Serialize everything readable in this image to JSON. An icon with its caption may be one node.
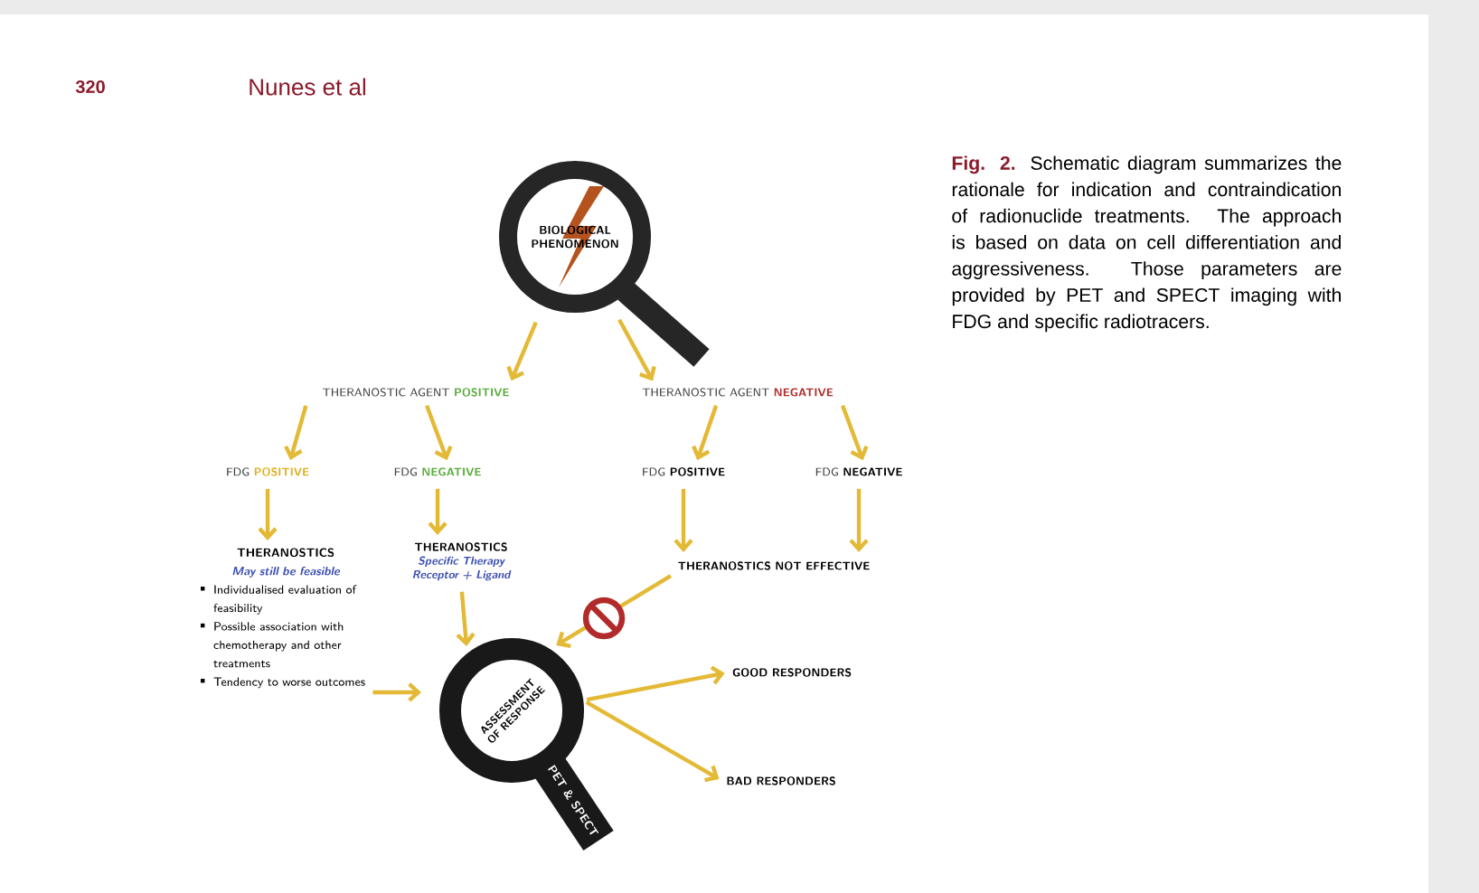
{
  "diagram": {
    "caption": "**Fig. 2.** Schematic diagram summarizes the rationale for indication and contraindication of radionuclide treatments. The approach is based on data on cell differentiation and aggressiveness. Those parameters are provided by PET and SPECT imaging with FDG and specific radiotracers.",
    "nodes": [
      {
        "text": [
          "BIOLOGICAL PHENOMENON"
        ]
      },
      {
        "text": [
          "THERANOSTIC AGENT",
          "POSITIVE"
        ]
      },
      {
        "text": [
          "THERANOSTIC AGENT",
          "NEGATIVE"
        ]
      },
      {
        "text": [
          "FDG",
          "POSITIVE"
        ]
      },
      {
        "text": [
          "FDG",
          "NEGATIVE"
        ]
      },
      {
        "text": [
          "FDG",
          "POSITIVE"
        ]
      },
      {
        "text": [
          "FDG",
          "NEGATIVE"
        ]
      },
      {
        "text": [
          "THERANOSTICS",
          "May still be feasible",
          "Individualised evaluation of feasibility",
          "Possible association with chemotherapy and other treatments",
          "Tendency to worse outcomes"
        ]
      },
      {
        "text": [
          "THERANOSTICS",
          "Specific Therapy Receptor + Ligand"
        ]
      },
      {
        "text": [
          "THERANOSTICS",
          "NOT EFFECTIVE"
        ]
      },
      {
        "text": [
          "ASSESSMENT OF RESPONSE",
          "PET & SPECT"
        ]
      },
      {
        "text": [
          "GOOD RESPONDERS"
        ]
      },
      {
        "text": [
          "BAD RESPONDERS"
        ]
      }
    ],
    "edges": [
      {
        "from": 0,
        "to": 1,
        "arrow": "to"
      },
      {
        "from": 0,
        "to": 2,
        "arrow": "to"
      },
      {
        "from": 1,
        "to": 3,
        "arrow": "to"
      },
      {
        "from": 1,
        "to": 4,
        "arrow": "to"
      },
      {
        "from": 2,
        "to": 5,
        "arrow": "to"
      },
      {
        "from": 2,
        "to": 6,
        "arrow": "to"
      },
      {
        "from": 3,
        "to": 7,
        "arrow": "to"
      },
      {
        "from": 4,
        "to": 8,
        "arrow": "to"
      },
      {
        "from": 5,
        "to": 9,
        "arrow": "to"
      },
      {
        "from": 6,
        "to": 9,
        "arrow": "to"
      },
      {
        "from": 7,
        "to": 10,
        "arrow": "to"
      },
      {
        "from": 8,
        "to": 10,
        "arrow": "to"
      },
      {
        "from": 9,
        "to": 10,
        "arrow": "to"
      },
      {
        "from": 10,
        "to": 11,
        "arrow": "to"
      },
      {
        "from": 10,
        "to": 12,
        "arrow": "to"
      }
    ],
    "labels": [
      "320",
      "Nunes et al"
    ]
  }
}
